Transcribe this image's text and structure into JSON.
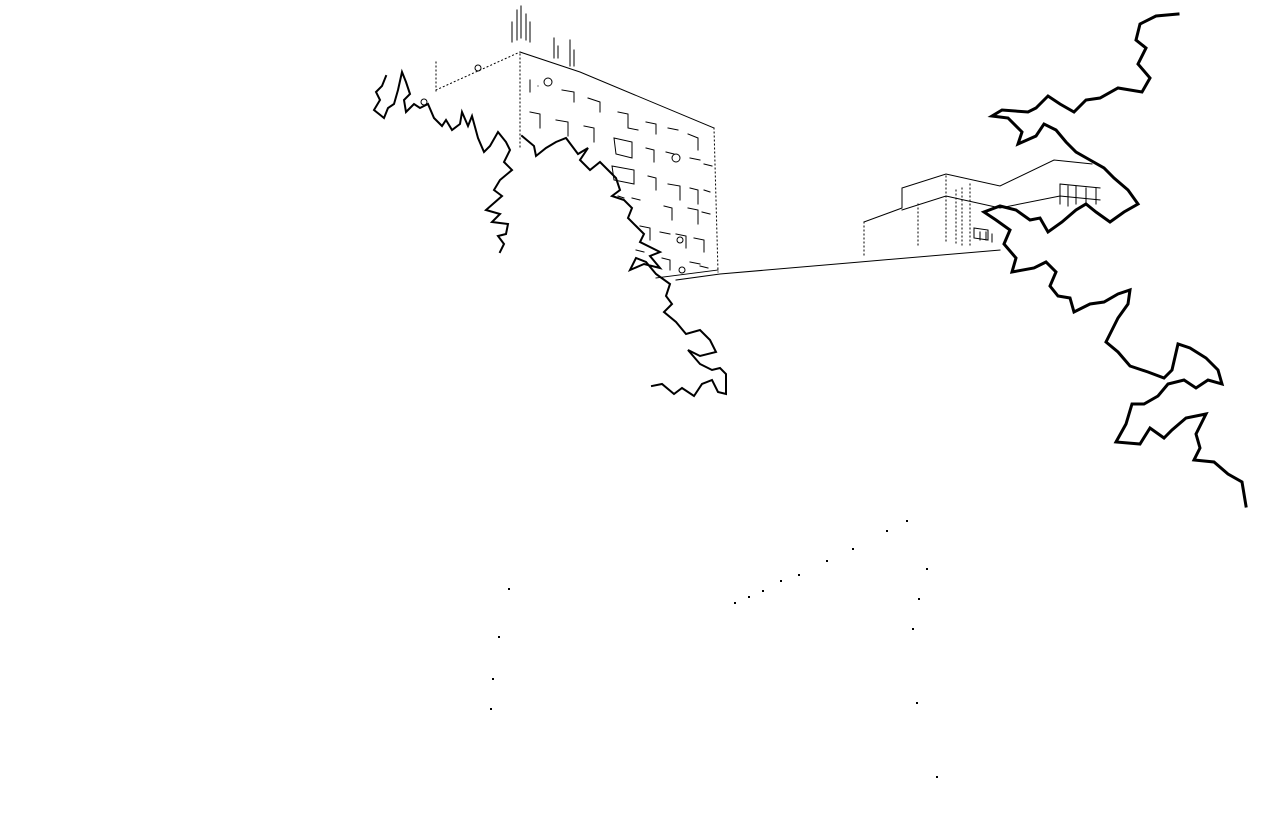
{
  "scene": {
    "background_color": "#ffffff",
    "ink_color": "#000000",
    "elements": [
      "tall-building",
      "low-building",
      "connecting-wire",
      "left-shrub-outline",
      "center-shrub-outline",
      "right-hedge-outline",
      "ground-dot-pattern"
    ]
  }
}
